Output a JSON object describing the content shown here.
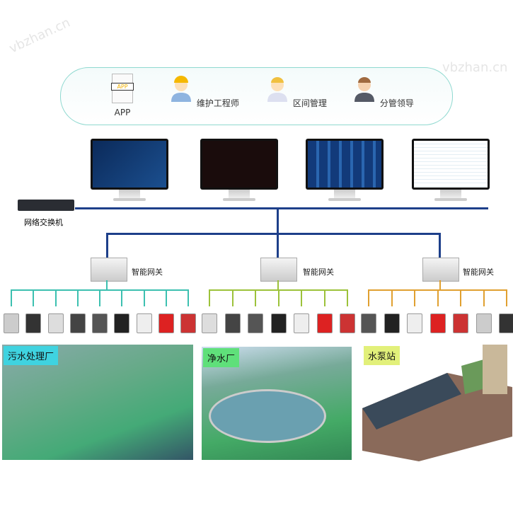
{
  "watermark": "vbzhan.cn",
  "roles": [
    {
      "label": "APP",
      "icon": "app-icon",
      "badge": "APP"
    },
    {
      "label": "维护工程师",
      "icon": "engineer-icon"
    },
    {
      "label": "区间管理",
      "icon": "manager-icon"
    },
    {
      "label": "分管领导",
      "icon": "leader-icon"
    }
  ],
  "switch": {
    "label": "网络交换机"
  },
  "gateways": [
    {
      "label": "智能网关"
    },
    {
      "label": "智能网关"
    },
    {
      "label": "智能网关"
    }
  ],
  "colors": {
    "bus": "#1d3f8a",
    "group1": "#3cc0b0",
    "group2": "#9cc23a",
    "group3": "#e0a030"
  },
  "sites": [
    {
      "label": "污水处理厂",
      "tag_color": "#3fd3e0"
    },
    {
      "label": "净水厂",
      "tag_color": "#5fe07a"
    },
    {
      "label": "水泵站",
      "tag_color": "#e2f07a"
    }
  ]
}
